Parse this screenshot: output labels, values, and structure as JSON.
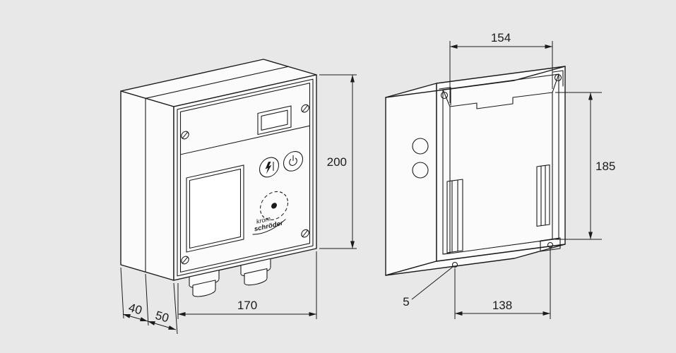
{
  "drawing": {
    "type": "technical-dimension-drawing",
    "background_color": "#e8e8e8",
    "line_color": "#1b1b1b",
    "logo": {
      "line1": "krom",
      "line2": "schröder"
    },
    "front_view": {
      "dimensions": {
        "height_mm": "200",
        "width_mm": "170",
        "depth_rear_mm": "40",
        "depth_front_mm": "50"
      }
    },
    "rear_view": {
      "dimensions": {
        "inner_width_mm": "154",
        "inner_height_mm": "185",
        "mounting_distance_mm": "138",
        "hole_edge_offset_mm": "5"
      }
    }
  }
}
